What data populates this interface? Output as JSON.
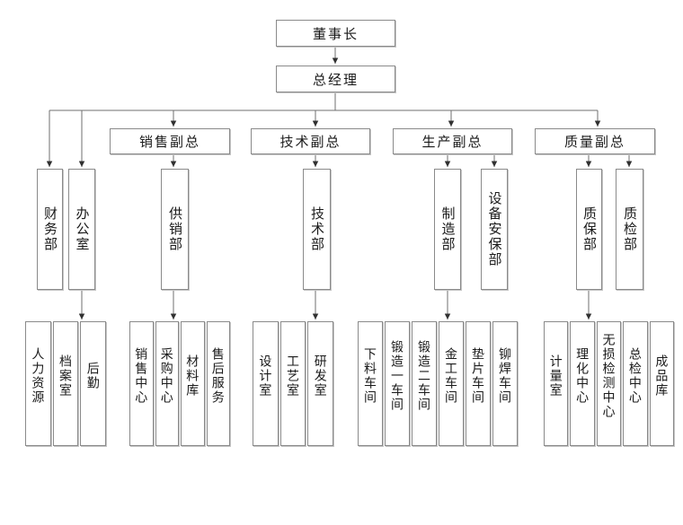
{
  "org": {
    "chairman": "董事长",
    "general_manager": "总经理",
    "vps": {
      "sales": "销售副总",
      "tech": "技术副总",
      "production": "生产副总",
      "quality": "质量副总"
    },
    "departments": {
      "finance": "财务部",
      "office": "办公室",
      "supply": "供销部",
      "technology": "技术部",
      "manufacturing": "制造部",
      "equipment_security": "设备安保部",
      "quality_assurance": "质保部",
      "quality_inspection": "质检部"
    },
    "units": {
      "office": [
        "人力资源",
        "档案室",
        "后勤"
      ],
      "supply": [
        "销售中心",
        "采购中心",
        "材料库",
        "售后服务"
      ],
      "technology": [
        "设计室",
        "工艺室",
        "研发室"
      ],
      "manufacturing": [
        "下料车间",
        "锻造一车间",
        "锻造二车间",
        "金工车间",
        "垫片车间",
        "铆焊车间"
      ],
      "quality_assurance": [
        "计量室",
        "理化中心",
        "无损检测中心",
        "总检中心",
        "成品库"
      ]
    }
  },
  "colors": {
    "background": "#ffffff",
    "box_border": "#8a8a8a",
    "connector_line": "#6f6f6f",
    "arrowhead": "#303030",
    "text": "#1a1a1a"
  }
}
